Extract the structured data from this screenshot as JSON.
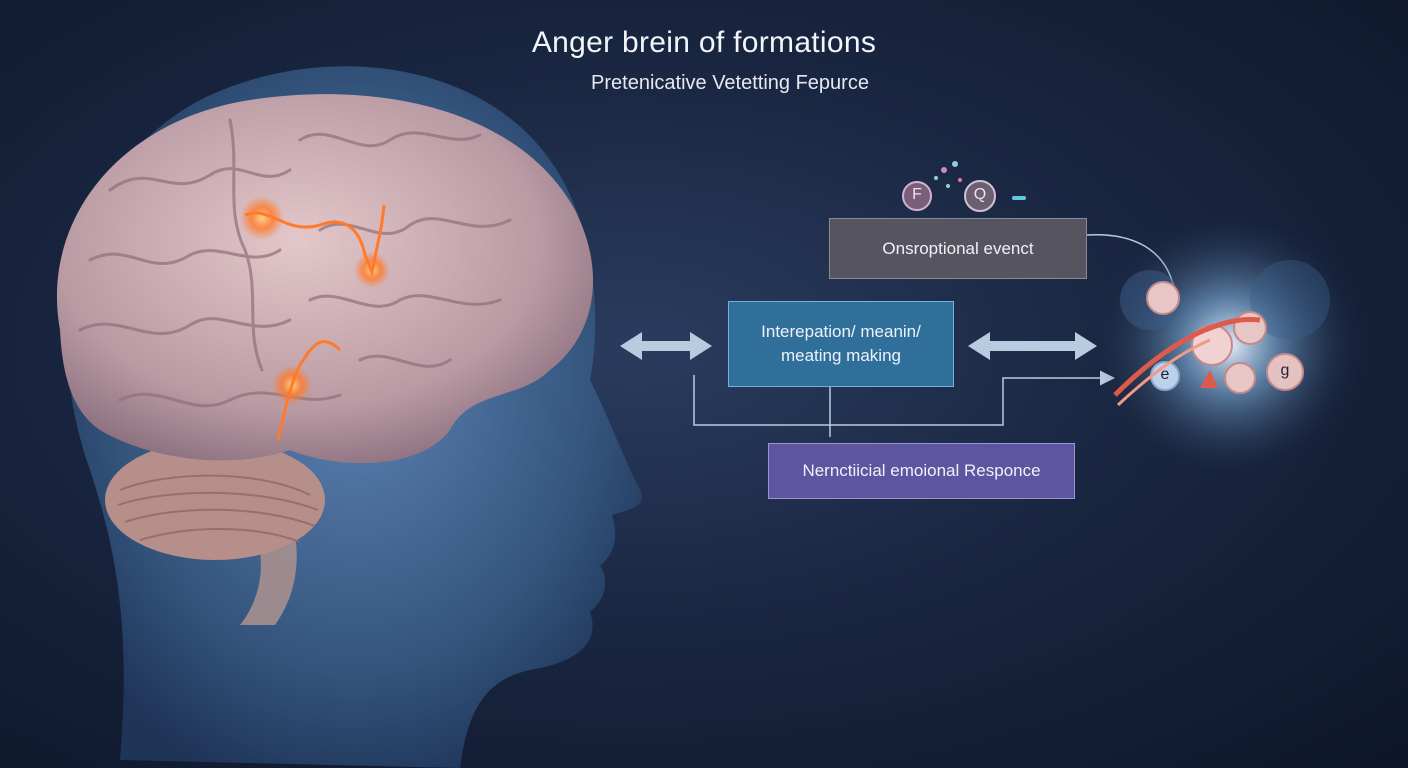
{
  "header": {
    "title": "Anger brein of formations",
    "subtitle": "Pretenicative Vetetting Fepurce"
  },
  "diagram": {
    "event_box": "Onsroptional evenct",
    "interpretation_box_line1": "Interepation/ meanin/",
    "interpretation_box_line2": "meating making",
    "response_box": "Nernctiicial emoional Responce"
  },
  "icons": {
    "left_bubble_letter": "F",
    "right_bubble_letter": "Q",
    "cell_letter_1": "e",
    "cell_letter_2": "g"
  },
  "colors": {
    "background": "#1a2742",
    "event_box": "#56555f",
    "interpretation_box": "#2f6f9a",
    "response_box": "#5d55a0",
    "highlight_glow": "#ff7a2a"
  }
}
